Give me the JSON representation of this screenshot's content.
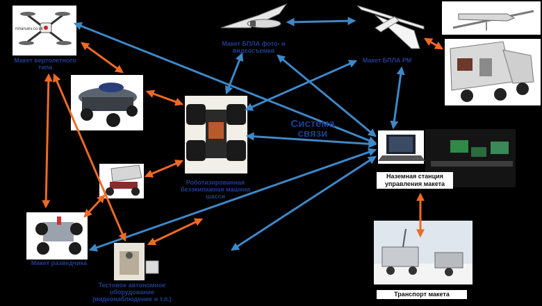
{
  "center_title_line1": "Система",
  "center_title_line2": "связи",
  "nodes": {
    "helicopter_label": "Макет вертолетного типа",
    "photo_uav_label": "Макет БПЛА фото- и видеосъемки",
    "rm_uav_label": "Макет БПЛА РМ",
    "robot_label": "Роботизированная безэкипажная машина шасси",
    "ground_station_label": "Наземная станция управления макета",
    "scout_label": "Макет разведчика",
    "test_equipment_label": "Тестовое автономное оборудование (видеонаблюдение и т.п.)",
    "transport_label": "Транспорт макета",
    "drone_caption": "ninanuev.co.uk"
  },
  "colors": {
    "blue_link": "#3e88c8",
    "orange_link": "#ee6a24",
    "label_blue": "#1f3d8c",
    "background": "#000000"
  }
}
